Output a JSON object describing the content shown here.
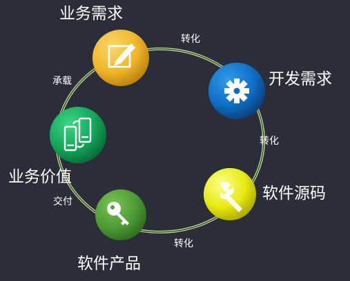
{
  "cycle": {
    "nodes": [
      {
        "id": "business-requirement",
        "label": "业务需求",
        "icon": "edit-icon",
        "color": "#f0b62a"
      },
      {
        "id": "dev-requirement",
        "label": "开发需求",
        "icon": "gear-icon",
        "color": "#1a6fc4"
      },
      {
        "id": "software-source",
        "label": "软件源码",
        "icon": "wrench-icon",
        "color": "#eef11a"
      },
      {
        "id": "software-product",
        "label": "软件产品",
        "icon": "key-icon",
        "color": "#4e9c36"
      },
      {
        "id": "business-value",
        "label": "业务价值",
        "icon": "devices-icon",
        "color": "#14a65a"
      }
    ],
    "edges": [
      {
        "from": "business-requirement",
        "to": "dev-requirement",
        "label": "转化"
      },
      {
        "from": "dev-requirement",
        "to": "software-source",
        "label": "转化"
      },
      {
        "from": "software-source",
        "to": "software-product",
        "label": "转化"
      },
      {
        "from": "software-product",
        "to": "business-value",
        "label": "交付"
      },
      {
        "from": "business-value",
        "to": "business-requirement",
        "label": "承载"
      }
    ],
    "ring_color": "#b6d68a"
  }
}
